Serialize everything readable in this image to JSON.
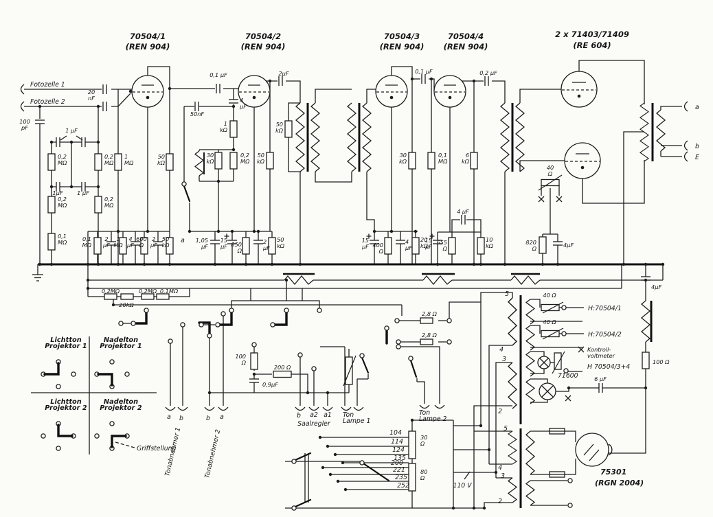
{
  "style": {
    "ink": "#1c1c1c",
    "paper": "#fbfbf8"
  },
  "tubes": {
    "t1": {
      "model": "70504/1",
      "type": "(REN 904)"
    },
    "t2": {
      "model": "70504/2",
      "type": "(REN 904)"
    },
    "t3": {
      "model": "70504/3",
      "type": "(REN 904)"
    },
    "t4": {
      "model": "70504/4",
      "type": "(REN 904)"
    },
    "outp": {
      "model": "2 x 71403/71409",
      "type": "(RE 604)"
    },
    "rect": {
      "model": "75301",
      "type": "(RGN 2004)"
    }
  },
  "inputs": {
    "in1": "Fotozelle 1",
    "in2": "Fotozelle 2"
  },
  "left": {
    "c100pf": "100 pF",
    "c20nf": "20 nF",
    "c1uf": "1 µF",
    "r02m_1": "0,2 MΩ",
    "r02m_2": "0,2 MΩ",
    "r1m": "1 MΩ",
    "c1uf_a": "1µF",
    "c1uf_b": "1 µF",
    "r02m_3": "0,2 MΩ",
    "r02m_4": "0,2 MΩ",
    "r01m": "0,1 MΩ",
    "row_r01m": "0,1 MΩ",
    "row_c2a": "2 µF",
    "row_r1m": "1 MΩ",
    "row_c4": "4 µF",
    "row_r600": "600 Ω",
    "row_c2b": "2 µF",
    "row_r50k": "50 kΩ",
    "ch_r02m_a": "0,2MΩ",
    "ch_r02m_b": "0,2MΩ",
    "ch_r01m": "0,1MΩ",
    "ch_r20k": "20kΩ"
  },
  "stage1": {
    "r50k_plate": "50 kΩ",
    "c01uf": "0,1 µF",
    "c4uf": "4 µF",
    "c50nf": "50nF",
    "r1k": "1 kΩ",
    "r30k": "30 kΩ",
    "r02m": "0,2 MΩ",
    "r50k_grid": "50 kΩ",
    "sw_a": "a",
    "c105uf": "1,05 µF",
    "c15uf": "15 µF",
    "r850": "850 Ω",
    "c2uf": "2 µF",
    "r50k_k": "50 kΩ"
  },
  "stage2": {
    "c2uf": "2µF",
    "r50k": "50 kΩ"
  },
  "stage3": {
    "r30k": "30 kΩ",
    "r01m": "0,1 MΩ",
    "c01uf": "0,1 µF",
    "c15uf": "15 µF",
    "r400": "400 Ω",
    "c4uf": "4 µF",
    "r20k": "20 kΩ"
  },
  "stage4": {
    "r6k": "6 kΩ",
    "c02uf": "0,2 µF",
    "c15uf": "15 µF",
    "r655": "655 Ω",
    "r10k": "10 kΩ",
    "c4uf": "4 µF"
  },
  "outstage": {
    "r40": "40 Ω",
    "r820": "820 Ω",
    "c4uf": "4µF",
    "term_a": "a",
    "term_b": "b",
    "term_e": "E"
  },
  "psu": {
    "c4uf": "4µF",
    "r100": "100 Ω",
    "c6uf": "6 µF",
    "r40_1": "40 Ω",
    "r40_2": "40 Ω",
    "h1": "H:70504/1",
    "h2": "H:70504/2",
    "kv": "Kontroll- voltmeter",
    "h34": "H 70504/3+4",
    "lamp": "71600",
    "v110": "110 V",
    "r30": "30 Ω",
    "r80": "80 Ω",
    "taps30": [
      "104",
      "114",
      "124",
      "135"
    ],
    "taps80": [
      "200",
      "221",
      "235",
      "252"
    ],
    "w_up": [
      "5",
      "4",
      "3",
      "2"
    ],
    "w_lo": [
      "5",
      "4",
      "3",
      "2"
    ]
  },
  "bottom": {
    "r28_a": "2,8 Ω",
    "r28_b": "2,8 Ω",
    "r100": "100 Ω",
    "r200": "200 Ω",
    "c09uf": "0,9µF",
    "ta1_a": "a",
    "ta1_b": "b",
    "ta1": "Tonabnehmer 1",
    "ta2_b": "b",
    "ta2_a": "a",
    "ta2": "Tonabnehmer 2",
    "saal_b": "b",
    "saal_a2": "a2",
    "saal_a1": "a1",
    "saal": "Saalregler",
    "tl1": "Ton Lampe 1",
    "tl2": "Ton Lampe 2"
  },
  "legend": {
    "q1": "Lichtton Projektor 1",
    "q2": "Nadelton Projektor 1",
    "q3": "Lichtton Projektor 2",
    "q4": "Nadelton Projektor 2",
    "griff": "Griffstellung"
  }
}
